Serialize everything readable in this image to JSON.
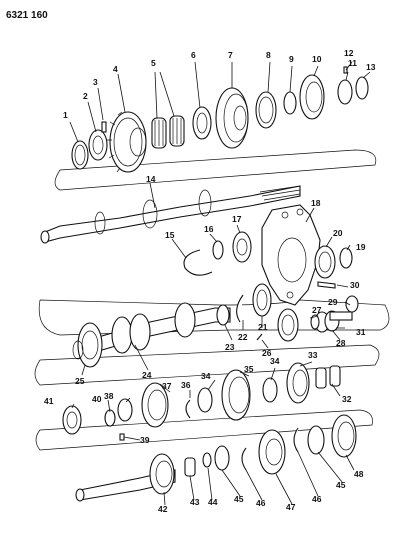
{
  "header": {
    "code": "6321 160"
  },
  "callouts": [
    "1",
    "2",
    "3",
    "4",
    "5",
    "6",
    "7",
    "8",
    "9",
    "10",
    "11",
    "12",
    "13",
    "14",
    "15",
    "16",
    "17",
    "18",
    "19",
    "20",
    "21",
    "22",
    "23",
    "24",
    "25",
    "26",
    "27",
    "28",
    "29",
    "30",
    "31",
    "32",
    "33",
    "34",
    "35",
    "36",
    "37",
    "38",
    "39",
    "40",
    "41",
    "42",
    "43",
    "44",
    "45",
    "46",
    "47",
    "48"
  ]
}
